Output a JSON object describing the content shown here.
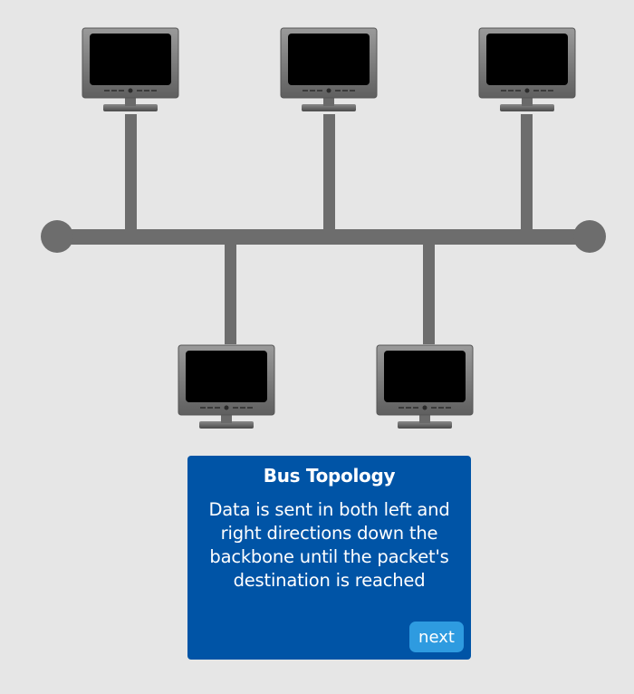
{
  "diagram": {
    "topology": "bus",
    "backbone_color": "#6d6d6d",
    "terminator_icon": "terminator-node-icon",
    "computer_icon": "monitor-icon",
    "computers_top_count": 3,
    "computers_bottom_count": 2
  },
  "card": {
    "title": "Bus Topology",
    "body": "Data is sent in both left and right directions down the backbone until the packet's destination is reached",
    "next_label": "next",
    "background": "#0054a6",
    "button_color": "#2e9be0"
  }
}
